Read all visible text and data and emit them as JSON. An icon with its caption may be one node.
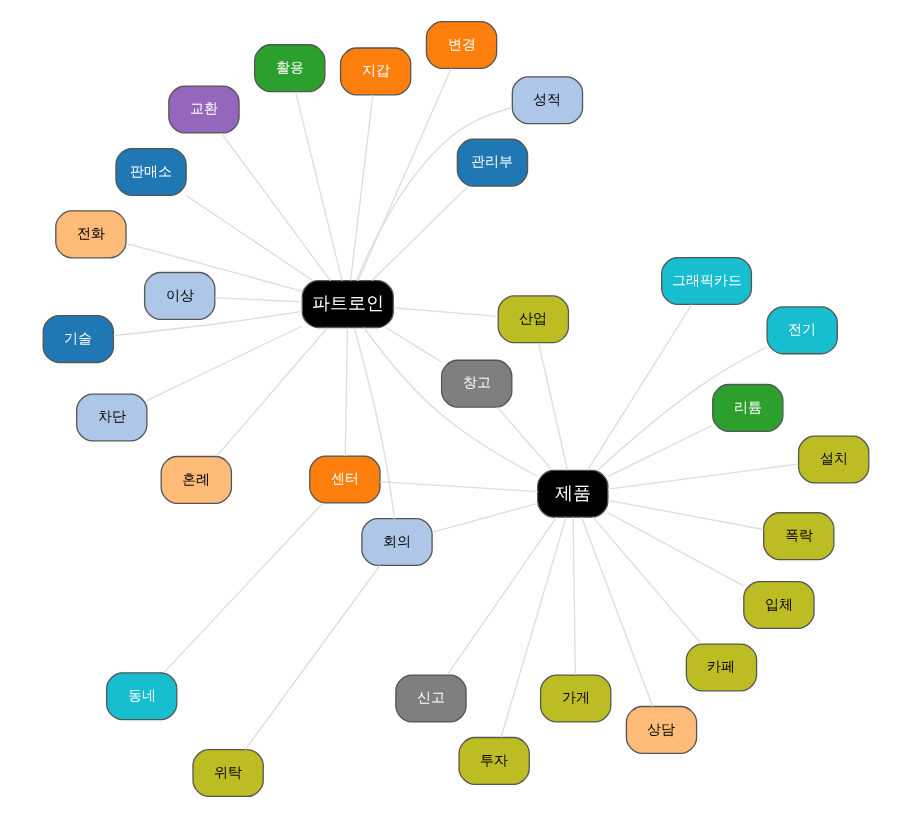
{
  "diagram": {
    "nodes": [
      {
        "text": [
          "파트로인"
        ]
      },
      {
        "text": [
          "제품"
        ]
      },
      {
        "text": [
          "차단"
        ]
      },
      {
        "text": [
          "교환"
        ]
      },
      {
        "text": [
          "변경"
        ]
      },
      {
        "text": [
          "전화"
        ]
      },
      {
        "text": [
          "기술"
        ]
      },
      {
        "text": [
          "관리부"
        ]
      },
      {
        "text": [
          "상담"
        ]
      },
      {
        "text": [
          "카페"
        ]
      },
      {
        "text": [
          "창고"
        ]
      },
      {
        "text": [
          "동네"
        ]
      },
      {
        "text": [
          "성적"
        ]
      },
      {
        "text": [
          "설치"
        ]
      },
      {
        "text": [
          "활용"
        ]
      },
      {
        "text": [
          "혼례"
        ]
      },
      {
        "text": [
          "입체"
        ]
      },
      {
        "text": [
          "센터"
        ]
      },
      {
        "text": [
          "신고"
        ]
      },
      {
        "text": [
          "판매소"
        ]
      },
      {
        "text": [
          "이상"
        ]
      },
      {
        "text": [
          "투자"
        ]
      },
      {
        "text": [
          "지갑"
        ]
      },
      {
        "text": [
          "산업"
        ]
      },
      {
        "text": [
          "회의"
        ]
      },
      {
        "text": [
          "위탁"
        ]
      },
      {
        "text": [
          "리튬"
        ]
      },
      {
        "text": [
          "그래픽카드"
        ]
      },
      {
        "text": [
          "가게"
        ]
      },
      {
        "text": [
          "폭락"
        ]
      },
      {
        "text": [
          "전기"
        ]
      }
    ],
    "edges": [
      {
        "from": 0,
        "to": 1,
        "arrow": "none"
      },
      {
        "from": 0,
        "to": 2,
        "arrow": "none"
      },
      {
        "from": 0,
        "to": 3,
        "arrow": "none"
      },
      {
        "from": 0,
        "to": 4,
        "arrow": "none"
      },
      {
        "from": 0,
        "to": 5,
        "arrow": "none"
      },
      {
        "from": 0,
        "to": 6,
        "arrow": "none"
      },
      {
        "from": 0,
        "to": 7,
        "arrow": "none"
      },
      {
        "from": 0,
        "to": 12,
        "arrow": "none"
      },
      {
        "from": 0,
        "to": 14,
        "arrow": "none"
      },
      {
        "from": 0,
        "to": 19,
        "arrow": "none"
      },
      {
        "from": 0,
        "to": 20,
        "arrow": "none"
      },
      {
        "from": 0,
        "to": 22,
        "arrow": "none"
      },
      {
        "from": 0,
        "to": 10,
        "arrow": "none"
      },
      {
        "from": 0,
        "to": 15,
        "arrow": "none"
      },
      {
        "from": 0,
        "to": 17,
        "arrow": "none"
      },
      {
        "from": 0,
        "to": 24,
        "arrow": "none"
      },
      {
        "from": 0,
        "to": 23,
        "arrow": "none"
      },
      {
        "from": 1,
        "to": 9,
        "arrow": "none"
      },
      {
        "from": 1,
        "to": 10,
        "arrow": "none"
      },
      {
        "from": 1,
        "to": 8,
        "arrow": "none"
      },
      {
        "from": 1,
        "to": 17,
        "arrow": "none"
      },
      {
        "from": 17,
        "to": 11,
        "arrow": "none"
      },
      {
        "from": 1,
        "to": 13,
        "arrow": "none"
      },
      {
        "from": 1,
        "to": 16,
        "arrow": "none"
      },
      {
        "from": 1,
        "to": 21,
        "arrow": "none"
      },
      {
        "from": 1,
        "to": 26,
        "arrow": "none"
      },
      {
        "from": 1,
        "to": 28,
        "arrow": "none"
      },
      {
        "from": 1,
        "to": 30,
        "arrow": "none"
      },
      {
        "from": 1,
        "to": 29,
        "arrow": "none"
      },
      {
        "from": 1,
        "to": 27,
        "arrow": "none"
      },
      {
        "from": 1,
        "to": 24,
        "arrow": "none"
      },
      {
        "from": 1,
        "to": 18,
        "arrow": "none"
      },
      {
        "from": 1,
        "to": 23,
        "arrow": "none"
      },
      {
        "from": 24,
        "to": 25,
        "arrow": "none"
      }
    ]
  }
}
